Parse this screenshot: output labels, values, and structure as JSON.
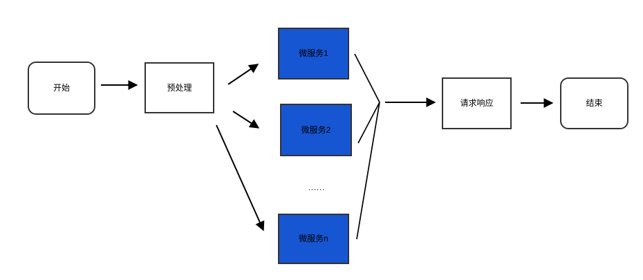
{
  "diagram": {
    "title": "microservice-request-flowchart",
    "colors": {
      "background": "#ffffff",
      "white_node_fill": "#ffffff",
      "blue_node_fill": "#1656d2",
      "node_border": "#333333",
      "connector": "#000000",
      "label_text": "#000000"
    },
    "nodes": {
      "start": {
        "label": "开始",
        "shape": "rounded-rectangle",
        "fill": "white"
      },
      "preprocess": {
        "label": "预处理",
        "shape": "rectangle",
        "fill": "white"
      },
      "ms1": {
        "label": "微服务1",
        "shape": "rectangle",
        "fill": "blue"
      },
      "ms2": {
        "label": "微服务2",
        "shape": "rectangle",
        "fill": "blue"
      },
      "msn": {
        "label": "微服务n",
        "shape": "rectangle",
        "fill": "blue"
      },
      "response": {
        "label": "请求响应",
        "shape": "rectangle",
        "fill": "white"
      },
      "end": {
        "label": "结束",
        "shape": "rounded-rectangle",
        "fill": "white"
      }
    },
    "ellipsis": "......",
    "edges": [
      {
        "from": "start",
        "to": "preprocess",
        "arrowhead": true
      },
      {
        "from": "preprocess",
        "to": "ms1",
        "arrowhead": true
      },
      {
        "from": "preprocess",
        "to": "ms2",
        "arrowhead": true
      },
      {
        "from": "preprocess",
        "to": "msn",
        "arrowhead": true
      },
      {
        "from": "ms1",
        "to": "junction",
        "arrowhead": false
      },
      {
        "from": "ms2",
        "to": "junction",
        "arrowhead": false
      },
      {
        "from": "msn",
        "to": "junction",
        "arrowhead": false
      },
      {
        "from": "junction",
        "to": "response",
        "arrowhead": true
      },
      {
        "from": "response",
        "to": "end",
        "arrowhead": true
      }
    ]
  }
}
